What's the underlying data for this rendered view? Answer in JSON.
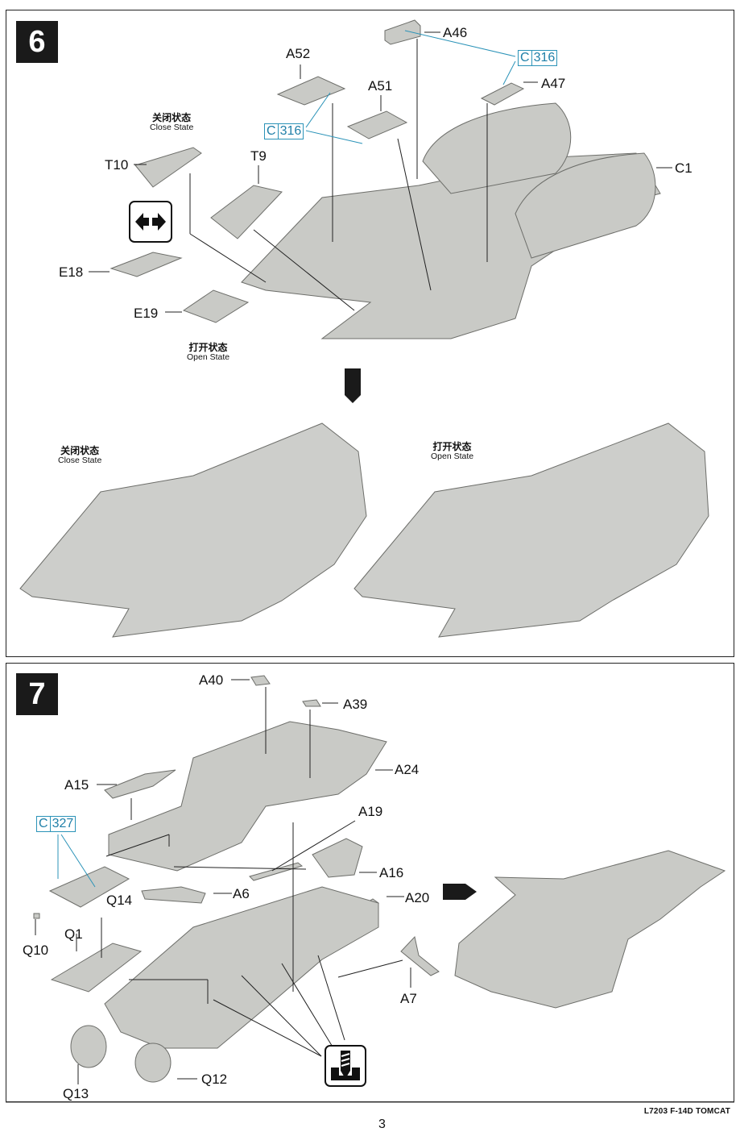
{
  "document": {
    "footer": "L7203   F-14D TOMCAT",
    "page_number": "3"
  },
  "step6": {
    "number": "6",
    "close_state": {
      "cn": "关闭状态",
      "en": "Close State"
    },
    "open_state": {
      "cn": "打开状态",
      "en": "Open State"
    },
    "parts": [
      "A46",
      "A52",
      "A51",
      "A47",
      "C1",
      "T10",
      "T9",
      "E18",
      "E19"
    ],
    "paint_refs": [
      {
        "letter": "C",
        "code": "316"
      },
      {
        "letter": "C",
        "code": "316"
      }
    ],
    "icons": [
      "choose-option-icon",
      "next-arrow-down-icon"
    ],
    "results": [
      {
        "cn": "关闭状态",
        "en": "Close State"
      },
      {
        "cn": "打开状态",
        "en": "Open State"
      }
    ]
  },
  "step7": {
    "number": "7",
    "parts": [
      "A40",
      "A39",
      "A15",
      "A24",
      "A19",
      "A16",
      "A6",
      "A20",
      "Q14",
      "Q10",
      "Q1",
      "A7",
      "Q13",
      "Q12"
    ],
    "paint_refs": [
      {
        "letter": "C",
        "code": "327"
      }
    ],
    "icons": [
      "drill-hole-icon",
      "next-arrow-right-icon"
    ]
  }
}
